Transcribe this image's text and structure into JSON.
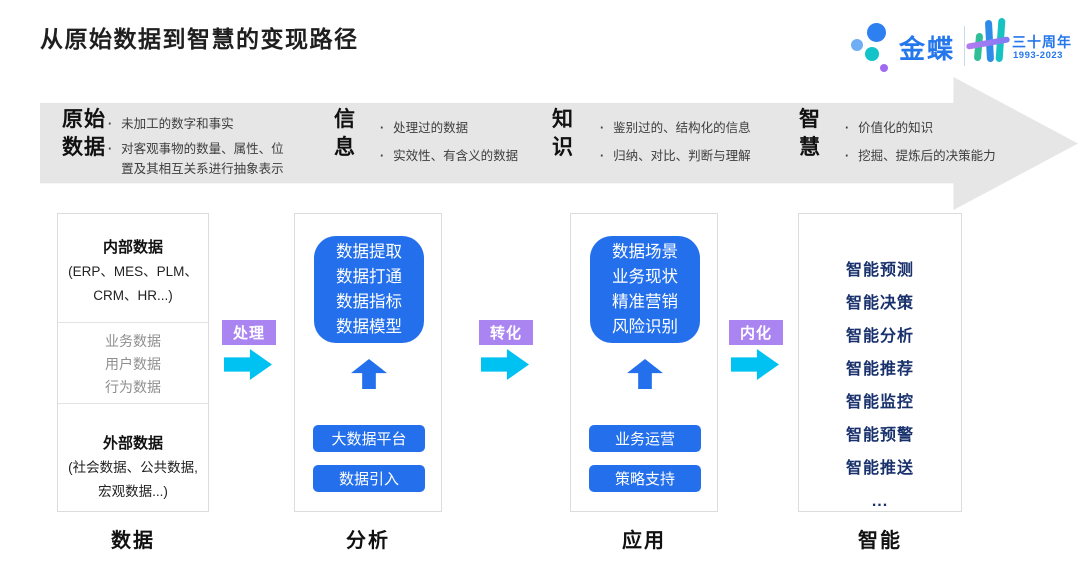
{
  "title": "从原始数据到智慧的变现路径",
  "logo": {
    "brand": "金蝶",
    "anniversary": "三十周年",
    "years": "1993-2023"
  },
  "colors": {
    "blue": "#2470EC",
    "cyan": "#00C2F2",
    "purple": "#AA85F2",
    "navy": "#18306B",
    "banner_gray": "#E6E6E7",
    "brand_blue": "#2577EC",
    "teal": "#16C2C2",
    "green": "#2FBE96"
  },
  "banner": {
    "stages": [
      {
        "title_line1": "原始",
        "title_line2": "数据",
        "bullets": [
          "未加工的数字和事实",
          "对客观事物的数量、属性、位置及其相互关系进行抽象表示"
        ]
      },
      {
        "title_line1": "信",
        "title_line2": "息",
        "bullets": [
          "处理过的数据",
          "实效性、有含义的数据"
        ]
      },
      {
        "title_line1": "知",
        "title_line2": "识",
        "bullets": [
          "鉴别过的、结构化的信息",
          "归纳、对比、判断与理解"
        ]
      },
      {
        "title_line1": "智",
        "title_line2": "慧",
        "bullets": [
          "价值化的知识",
          "挖掘、提炼后的决策能力"
        ]
      }
    ]
  },
  "flow": {
    "connectors": [
      {
        "label": "处理"
      },
      {
        "label": "转化"
      },
      {
        "label": "内化"
      }
    ],
    "data_box": {
      "internal_title": "内部数据",
      "internal_sub1": "(ERP、MES、PLM、",
      "internal_sub2": "CRM、HR...)",
      "middle": [
        "业务数据",
        "用户数据",
        "行为数据"
      ],
      "external_title": "外部数据",
      "external_sub1": "(社会数据、公共数据,",
      "external_sub2": "宏观数据...)"
    },
    "analysis_box": {
      "core": [
        "数据提取",
        "数据打通",
        "数据指标",
        "数据模型"
      ],
      "buttons": [
        "大数据平台",
        "数据引入"
      ]
    },
    "application_box": {
      "core": [
        "数据场景",
        "业务现状",
        "精准营销",
        "风险识别"
      ],
      "buttons": [
        "业务运营",
        "策略支持"
      ]
    },
    "smart_box": {
      "items": [
        "智能预测",
        "智能决策",
        "智能分析",
        "智能推荐",
        "智能监控",
        "智能预警",
        "智能推送",
        "..."
      ]
    },
    "footers": [
      "数据",
      "分析",
      "应用",
      "智能"
    ]
  }
}
